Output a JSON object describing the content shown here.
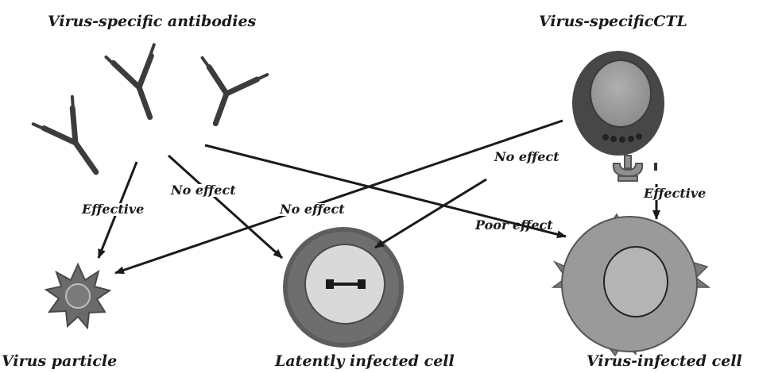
{
  "labels": {
    "antibodies": "Virus-specific antibodies",
    "ctl": "Virus-specificCTL",
    "virus_particle": "Virus particle",
    "latent_cell": "Latently infected cell",
    "infected_cell": "Virus-infected cell"
  },
  "edges": {
    "ab_to_particle": "Effective",
    "ab_to_latent": "No effect",
    "ab_to_infected": "Poor effect",
    "ctl_to_particle": "No effect",
    "ctl_to_latent": "No effect",
    "ctl_to_infected": "Effective"
  },
  "colors": {
    "cell_outer": "#5a5a5a",
    "cell_ring": "#7d7d7d",
    "latent_nucleus": "#d9d9d9",
    "infected_body": "#9a9a9a",
    "infected_nucleus": "#b4b4b4",
    "ctl_outer": "#474747",
    "ctl_nucleus": "#9c9c9c",
    "particle": "#6a6a6a",
    "arrow": "#1a1a1a"
  }
}
